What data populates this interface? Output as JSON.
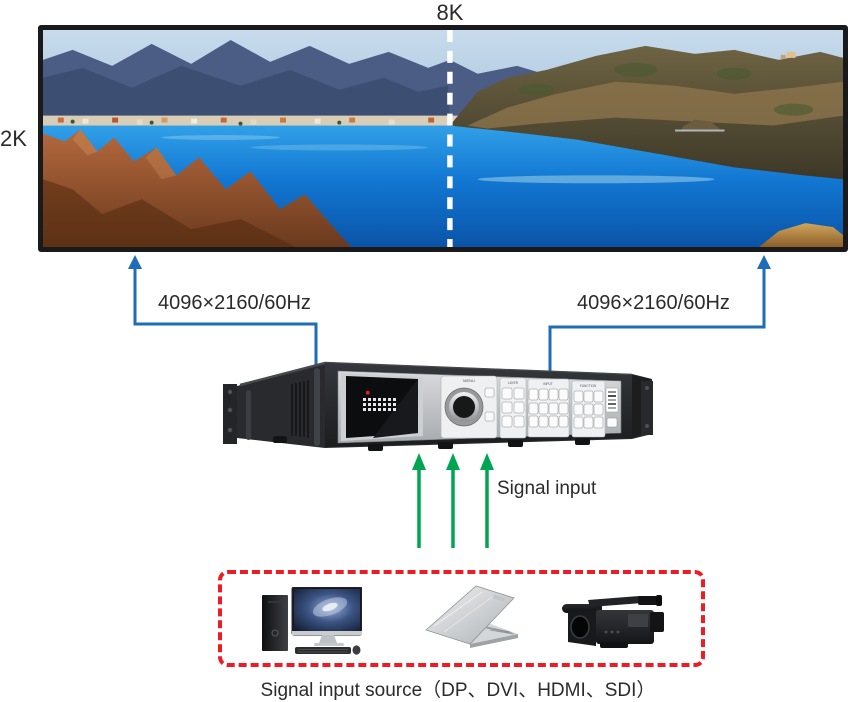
{
  "diagram": {
    "wall": {
      "width_label": "8K",
      "height_label": "2K"
    },
    "outputs": {
      "left_label": "4096×2160/60Hz",
      "right_label": "4096×2160/60Hz",
      "line_color": "#1d6eb5"
    },
    "processor": {
      "display_logo": "dot-matrix-logo",
      "sections": [
        {
          "label": "MENU"
        },
        {
          "label": "LAYER"
        },
        {
          "label": "INPUT"
        },
        {
          "label": "FUNCTION"
        }
      ]
    },
    "signal_input": {
      "label": "Signal input",
      "arrow_color": "#00a551",
      "arrow_count": 3
    },
    "sources": {
      "caption": "Signal input source（DP、DVI、HDMI、SDI）",
      "box_color": "#ed1c24",
      "items": [
        {
          "icon": "desktop-computer-icon"
        },
        {
          "icon": "laptop-icon"
        },
        {
          "icon": "video-camera-icon"
        }
      ]
    }
  }
}
